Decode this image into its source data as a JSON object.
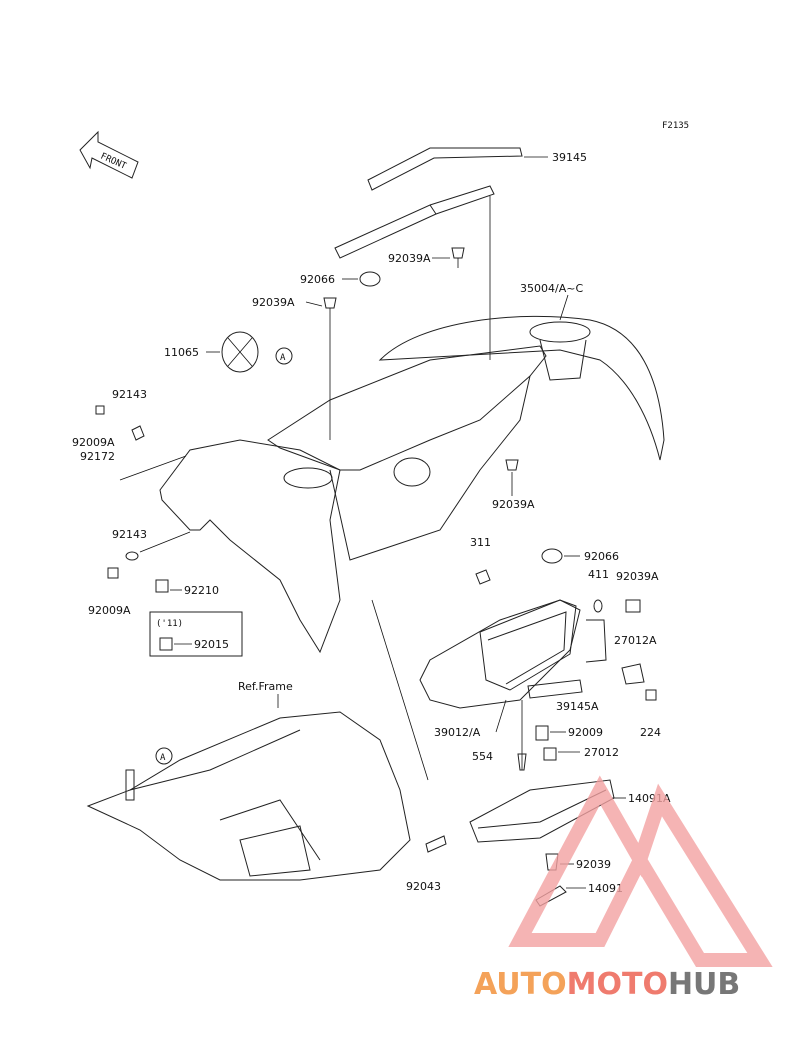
{
  "diagram_code": "F2135",
  "front_label": "FRONT",
  "ref_frame": "Ref.Frame",
  "year_note": "('11)",
  "callout_a": "A",
  "parts": {
    "p39145": "39145",
    "p92039A_top": "92039A",
    "p92066_top": "92066",
    "p35004": "35004/A~C",
    "p92039A_left": "92039A",
    "p11065": "11065",
    "p92143_top": "92143",
    "p92009A_top": "92009A",
    "p92172": "92172",
    "p92039A_mid": "92039A",
    "p92143_bot": "92143",
    "p92009A_bot": "92009A",
    "p92210": "92210",
    "p92015": "92015",
    "p311": "311",
    "p92066_mid": "92066",
    "p411": "411",
    "p92039A_right": "92039A",
    "p27012A": "27012A",
    "p39145A": "39145A",
    "p39012": "39012/A",
    "p224": "224",
    "p92009": "92009",
    "p554": "554",
    "p27012": "27012",
    "p14091A": "14091A",
    "p92039": "92039",
    "p92043": "92043",
    "p14091": "14091"
  },
  "watermark": {
    "part1": "AUTO",
    "part2": "MOTO",
    "part3": "HUB",
    "color1": "#f4a259",
    "color2": "#ef7b6e",
    "color3": "#777777"
  }
}
